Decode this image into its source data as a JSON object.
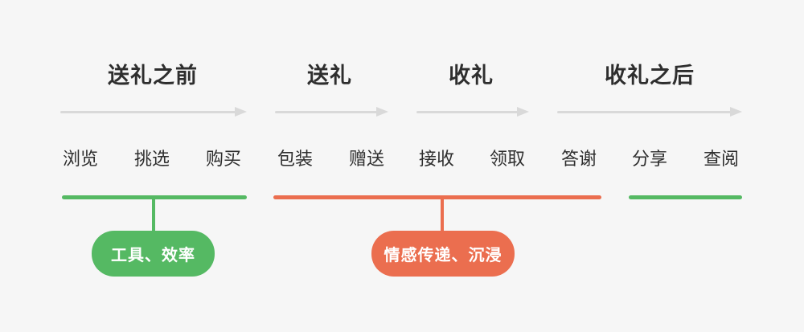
{
  "colors": {
    "background": "#f6f6f6",
    "green": "#55b963",
    "orange": "#eb6e4f",
    "arrow_gray": "#d9d9d9",
    "text_dark": "#2e2e2e",
    "pill_text": "#ffffff"
  },
  "phases": [
    {
      "label": "送礼之前"
    },
    {
      "label": "送礼"
    },
    {
      "label": "收礼"
    },
    {
      "label": "收礼之后"
    }
  ],
  "steps": [
    {
      "label": "浏览"
    },
    {
      "label": "挑选"
    },
    {
      "label": "购买"
    },
    {
      "label": "包装"
    },
    {
      "label": "赠送"
    },
    {
      "label": "接收"
    },
    {
      "label": "领取"
    },
    {
      "label": "答谢"
    },
    {
      "label": "分享"
    },
    {
      "label": "查阅"
    }
  ],
  "annotations": [
    {
      "label": "工具、效率",
      "color": "#55b963"
    },
    {
      "label": "情感传递、沉浸",
      "color": "#eb6e4f"
    }
  ]
}
